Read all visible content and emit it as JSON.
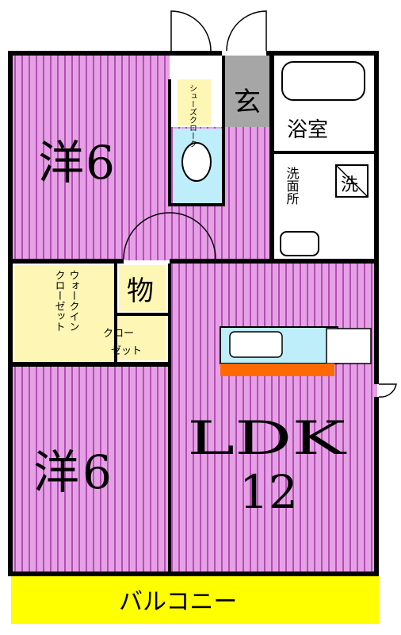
{
  "colors": {
    "room_fill": "#e6a1e6",
    "room_stripe": "#b24fb2",
    "closet_fill": "#fdf6b5",
    "balcony_fill": "#ffff00",
    "wet_fill": "#bdeefa",
    "entrance_fill": "#a6a6a6",
    "kitchen_counter": "#ff6a00",
    "wall": "#000000"
  },
  "rooms": {
    "bedroom_upper": {
      "kanji": "洋",
      "size": "6"
    },
    "bedroom_lower": {
      "kanji": "洋",
      "size": "6"
    },
    "ldk": {
      "name": "LDK",
      "size": "12"
    },
    "entrance": {
      "label": "玄"
    },
    "bath": {
      "label": "浴室"
    },
    "washroom": {
      "label": "洗面所"
    },
    "laundry": {
      "label": "洗"
    },
    "storage": {
      "label": "物"
    },
    "shoe_closet": {
      "label": "シューズクローク"
    },
    "walk_in_closet": {
      "line1": "ウォークイン",
      "line2": "クローゼット"
    },
    "closet": {
      "line1": "クロー",
      "line2": "ゼット"
    },
    "balcony": {
      "label": "バルコニー"
    }
  }
}
